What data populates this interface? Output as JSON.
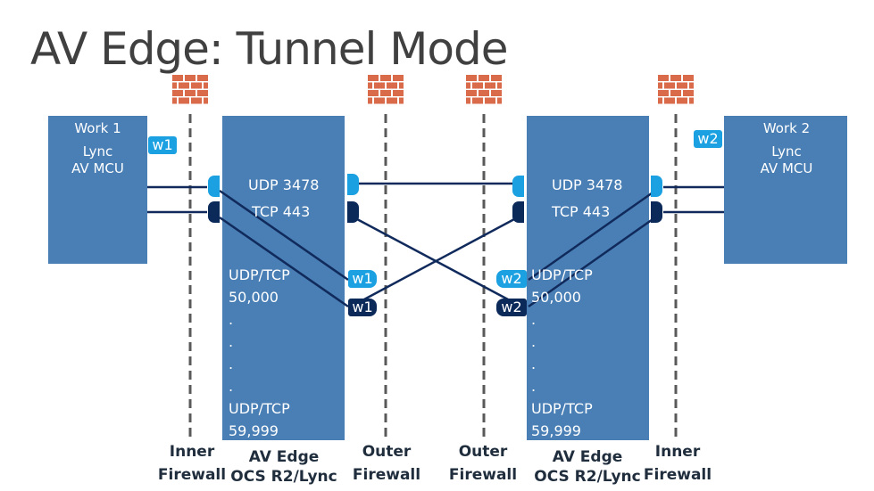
{
  "title": "AV Edge: Tunnel Mode",
  "work1": {
    "lines": [
      "Work 1",
      "Lync",
      "AV MCU"
    ]
  },
  "work2": {
    "lines": [
      "Work 2",
      "Lync",
      "AV MCU"
    ]
  },
  "left_edge": {
    "udp": "UDP 3478",
    "tcp": "TCP 443",
    "range": [
      "UDP/TCP",
      "50,000",
      ".",
      ".",
      ".",
      ".",
      "UDP/TCP",
      "59,999"
    ]
  },
  "right_edge": {
    "udp": "UDP 3478",
    "tcp": "TCP 443",
    "range": [
      "UDP/TCP",
      "50,000",
      ".",
      ".",
      ".",
      ".",
      "UDP/TCP",
      "59,999"
    ]
  },
  "labels": {
    "w1_top": "w1",
    "w2_top": "w2",
    "w1_a": "w1",
    "w1_b": "w1",
    "w2_a": "w2",
    "w2_b": "w2"
  },
  "captions": {
    "inner_left": [
      "Inner",
      "Firewall"
    ],
    "edge_left": [
      "AV Edge",
      "OCS R2/Lync"
    ],
    "outer_left": [
      "Outer",
      "Firewall"
    ],
    "outer_right": [
      "Outer",
      "Firewall"
    ],
    "edge_right": [
      "AV Edge",
      "OCS R2/Lync"
    ],
    "inner_right": [
      "Inner",
      "Firewall"
    ]
  },
  "colors": {
    "box": "#4a7fb5",
    "port_light": "#1ba1e2",
    "port_dark": "#0b2a5a",
    "brick": "#d96a4a",
    "line": "#102a5c",
    "dash": "#595959"
  }
}
